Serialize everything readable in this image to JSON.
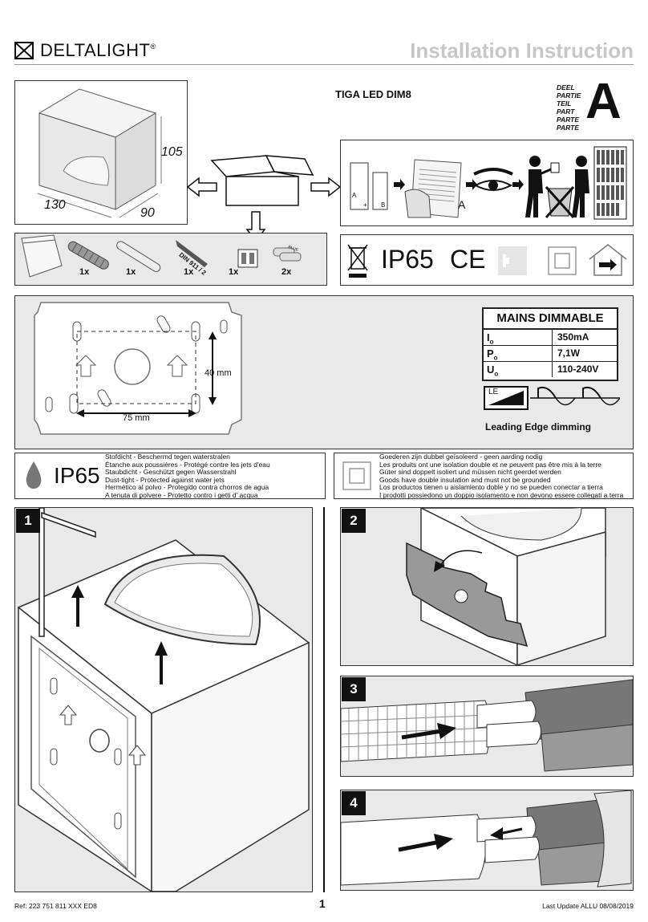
{
  "header": {
    "brand": "DELTALIGHT",
    "brand_mark": "®",
    "title": "Installation Instruction"
  },
  "product": {
    "name": "TIGA LED DIM8",
    "part_words": [
      "DEEL",
      "PARTIE",
      "TEIL",
      "PART",
      "PARTE",
      "PARTE"
    ],
    "part_letter": "A"
  },
  "dimensions": {
    "height": "105",
    "width": "130",
    "depth": "90"
  },
  "package_labels": {
    "doc_a": "A",
    "doc_b": "B",
    "plus": "+",
    "sheet_a": "A"
  },
  "contents": [
    {
      "qty": "1x"
    },
    {
      "qty": "1x"
    },
    {
      "qty": "1x",
      "label": "DIN 911 / 2"
    },
    {
      "qty": "1x"
    },
    {
      "qty": "2x",
      "label": "BLUE"
    }
  ],
  "certifications": {
    "ip": "IP65",
    "ce": "CE"
  },
  "mounting_plate": {
    "dim_vertical": "40 mm",
    "dim_horizontal": "75 mm"
  },
  "mains_dimmable": {
    "title": "MAINS DIMMABLE",
    "rows": [
      {
        "key": "I",
        "sub": "o",
        "value": "350mA"
      },
      {
        "key": "P",
        "sub": "o",
        "value": "7,1W"
      },
      {
        "key": "U",
        "sub": "o",
        "value": "110-240V"
      }
    ],
    "le_label": "LE",
    "caption": "Leading Edge dimming"
  },
  "ip_info": {
    "badge": "IP65",
    "lines": [
      "Stofdicht   -   Beschermd tegen waterstralen",
      "Étanche aux poussières  -  Protégé contre les jets d'eau",
      "Staubdicht   -   Geschützt gegen Wasserstrahl",
      "Dust-tight   -   Protected against water jets",
      "Hermético al polvo   -   Protegido contra chorros de agua",
      "A tenuta di polvere   -   Protetto contro i getti d' acqua"
    ]
  },
  "class2_info": {
    "lines": [
      "Goederen zijn dubbel geïsoleerd - geen aarding nodig",
      "Les produits ont une isolation double et ne peuvent pas être mis à la terre",
      "Güter sind doppelt isoliert und müssen nicht geerdet werden",
      "Goods have double insulation and must not be grounded",
      "Los productos tienen u aislamiento doble y no se pueden conectar a tierra",
      "I prodotti possiedono un doppio isolamento e non devono essere collegati a terra"
    ]
  },
  "steps": [
    "1",
    "2",
    "3",
    "4"
  ],
  "footer": {
    "ref": "Ref: 223 751 811 XXX ED8",
    "page": "1",
    "update": "Last Update ALLU 08/08/2019"
  }
}
